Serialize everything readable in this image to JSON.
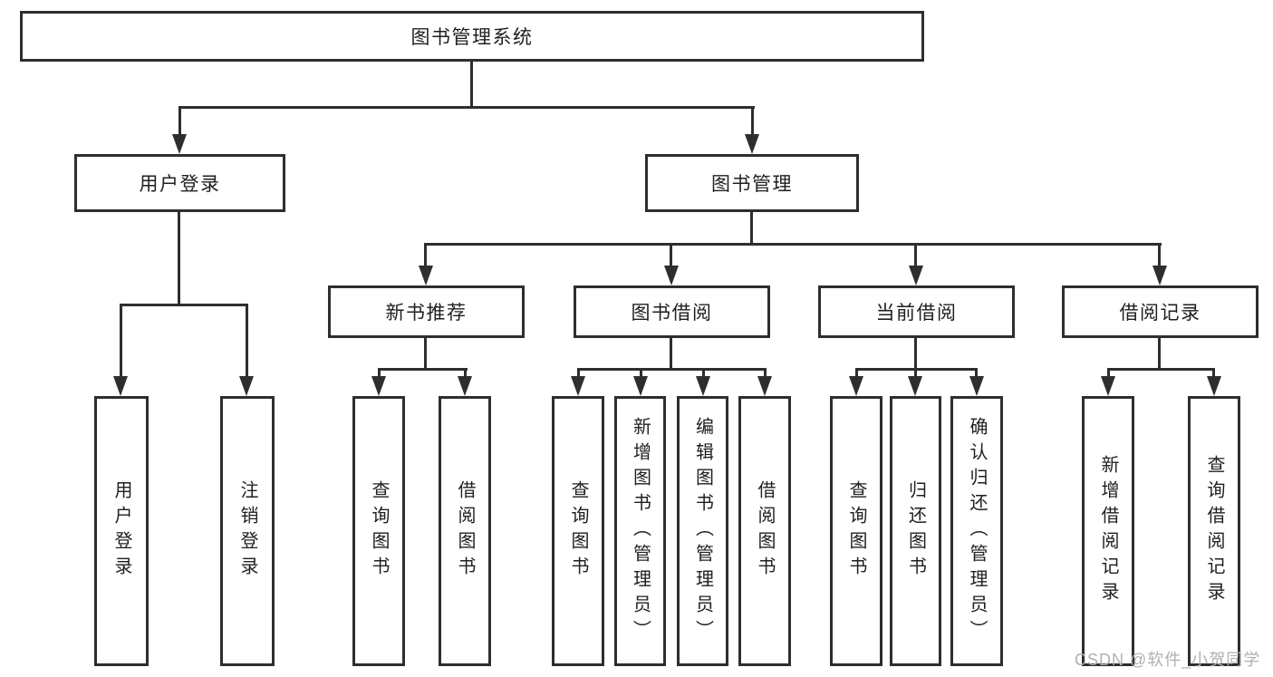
{
  "colors": {
    "line": "#2e2e2e",
    "background": "#ffffff",
    "text": "#1f1f1f",
    "watermark": "#b0b0b0"
  },
  "watermark": "CSDN @软件_小贺同学",
  "tree": {
    "root": "图书管理系统",
    "branches": [
      {
        "label": "用户登录",
        "leaves": [
          "用户登录",
          "注销登录"
        ]
      },
      {
        "label": "图书管理",
        "groups": [
          {
            "label": "新书推荐",
            "leaves": [
              "查询图书",
              "借阅图书"
            ]
          },
          {
            "label": "图书借阅",
            "leaves": [
              "查询图书",
              "新增图书（管理员）",
              "编辑图书（管理员）",
              "借阅图书"
            ]
          },
          {
            "label": "当前借阅",
            "leaves": [
              "查询图书",
              "归还图书",
              "确认归还（管理员）"
            ]
          },
          {
            "label": "借阅记录",
            "leaves": [
              "新增借阅记录",
              "查询借阅记录"
            ]
          }
        ]
      }
    ]
  }
}
